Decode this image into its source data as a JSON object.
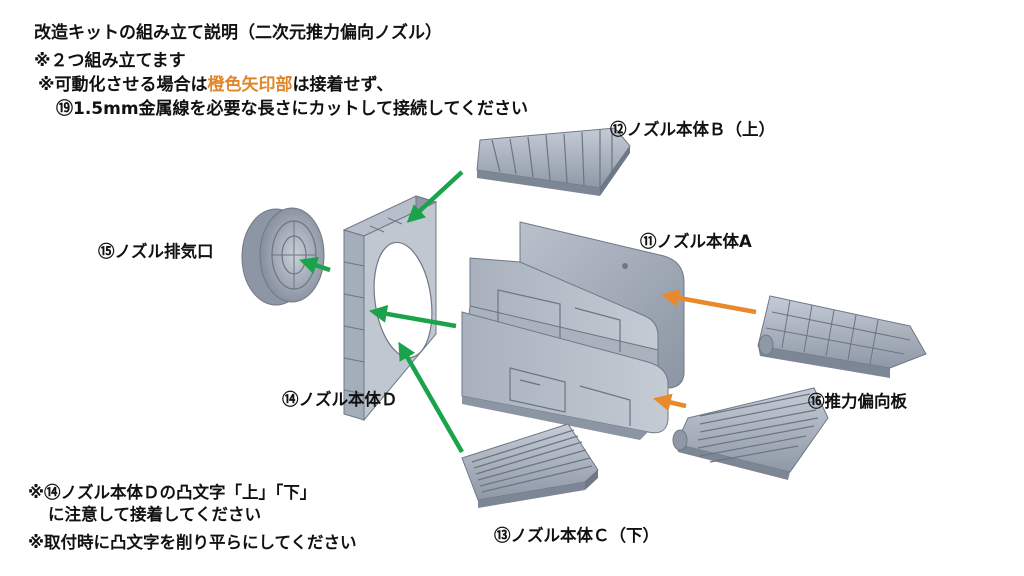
{
  "header": {
    "title": "改造キットの組み立て説明（二次元推力偏向ノズル）",
    "line2": "※２つ組み立てます",
    "line3_pre": "※可動化させる場合は",
    "line3_highlight": "橙色矢印部",
    "line3_post": "は接着せず、",
    "line4": "⑲1.5mm金属線を必要な長さにカットして接続してください"
  },
  "labels": {
    "part12": "⑫ノズル本体Ｂ（上）",
    "part11": "⑪ノズル本体A",
    "part15": "⑮ノズル排気口",
    "part14": "⑭ノズル本体Ｄ",
    "part16": "⑯推力偏向板",
    "part13": "⑬ノズル本体Ｃ（下）"
  },
  "notes": {
    "note1_line1": "※⑭ノズル本体Ｄの凸文字「上」「下」",
    "note1_line2": "に注意して接着してください",
    "note2": "※取付時に凸文字を削り平らにしてください"
  },
  "colors": {
    "arrow_green": "#1aa34a",
    "arrow_orange": "#e8892c",
    "highlight_orange": "#e0862a",
    "part_gray": "#9aa4b2"
  }
}
